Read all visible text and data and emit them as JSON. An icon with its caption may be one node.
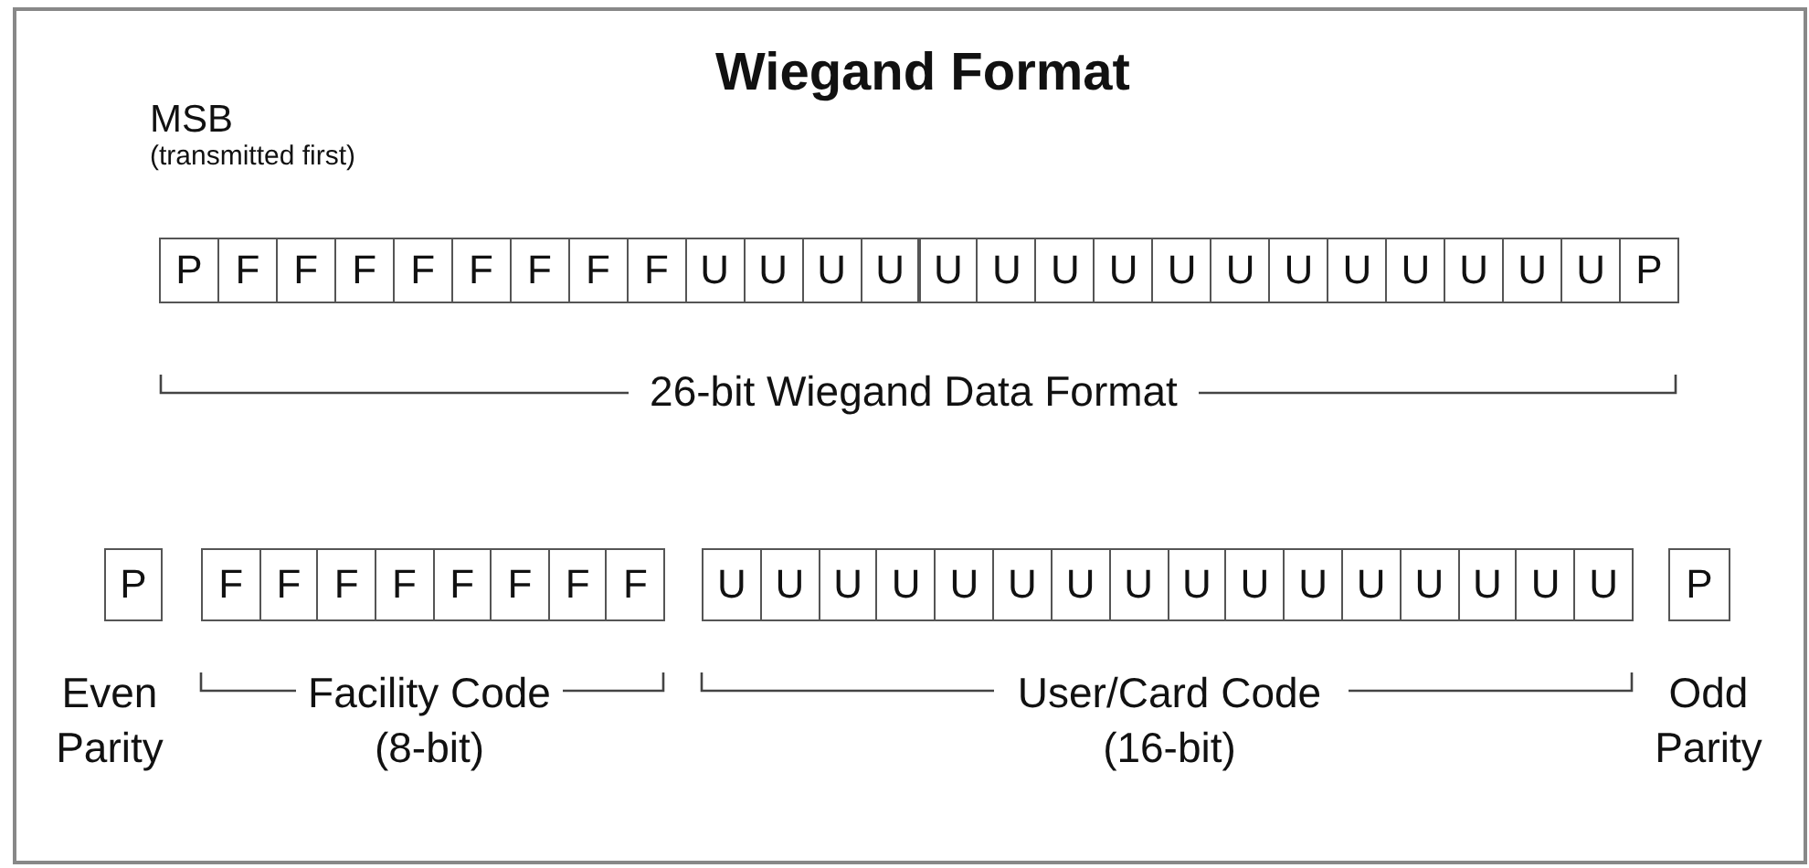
{
  "diagram": {
    "title": "Wiegand Format",
    "nodes": [
      {
        "text": [
          "P"
        ]
      },
      {
        "text": [
          "F"
        ]
      },
      {
        "text": [
          "F"
        ]
      },
      {
        "text": [
          "F"
        ]
      },
      {
        "text": [
          "F"
        ]
      },
      {
        "text": [
          "F"
        ]
      },
      {
        "text": [
          "F"
        ]
      },
      {
        "text": [
          "F"
        ]
      },
      {
        "text": [
          "F"
        ]
      },
      {
        "text": [
          "U"
        ]
      },
      {
        "text": [
          "U"
        ]
      },
      {
        "text": [
          "U"
        ]
      },
      {
        "text": [
          "U"
        ]
      },
      {
        "text": [
          "U"
        ]
      },
      {
        "text": [
          "U"
        ]
      },
      {
        "text": [
          "U"
        ]
      },
      {
        "text": [
          "U"
        ]
      },
      {
        "text": [
          "U"
        ]
      },
      {
        "text": [
          "U"
        ]
      },
      {
        "text": [
          "U"
        ]
      },
      {
        "text": [
          "U"
        ]
      },
      {
        "text": [
          "U"
        ]
      },
      {
        "text": [
          "U"
        ]
      },
      {
        "text": [
          "U"
        ]
      },
      {
        "text": [
          "U"
        ]
      },
      {
        "text": [
          "P"
        ]
      },
      {
        "text": [
          "P"
        ]
      },
      {
        "text": [
          "F"
        ]
      },
      {
        "text": [
          "F"
        ]
      },
      {
        "text": [
          "F"
        ]
      },
      {
        "text": [
          "F"
        ]
      },
      {
        "text": [
          "F"
        ]
      },
      {
        "text": [
          "F"
        ]
      },
      {
        "text": [
          "F"
        ]
      },
      {
        "text": [
          "F"
        ]
      },
      {
        "text": [
          "U"
        ]
      },
      {
        "text": [
          "U"
        ]
      },
      {
        "text": [
          "U"
        ]
      },
      {
        "text": [
          "U"
        ]
      },
      {
        "text": [
          "U"
        ]
      },
      {
        "text": [
          "U"
        ]
      },
      {
        "text": [
          "U"
        ]
      },
      {
        "text": [
          "U"
        ]
      },
      {
        "text": [
          "U"
        ]
      },
      {
        "text": [
          "U"
        ]
      },
      {
        "text": [
          "U"
        ]
      },
      {
        "text": [
          "U"
        ]
      },
      {
        "text": [
          "U"
        ]
      },
      {
        "text": [
          "U"
        ]
      },
      {
        "text": [
          "U"
        ]
      },
      {
        "text": [
          "U"
        ]
      },
      {
        "text": [
          "P"
        ]
      }
    ],
    "labels": [
      "MSB",
      "(transmitted first)",
      "26-bit Wiegand Data Format",
      "Even Parity",
      "Facility Code (8-bit)",
      "User/Card Code (16-bit)",
      "Odd Parity"
    ]
  }
}
